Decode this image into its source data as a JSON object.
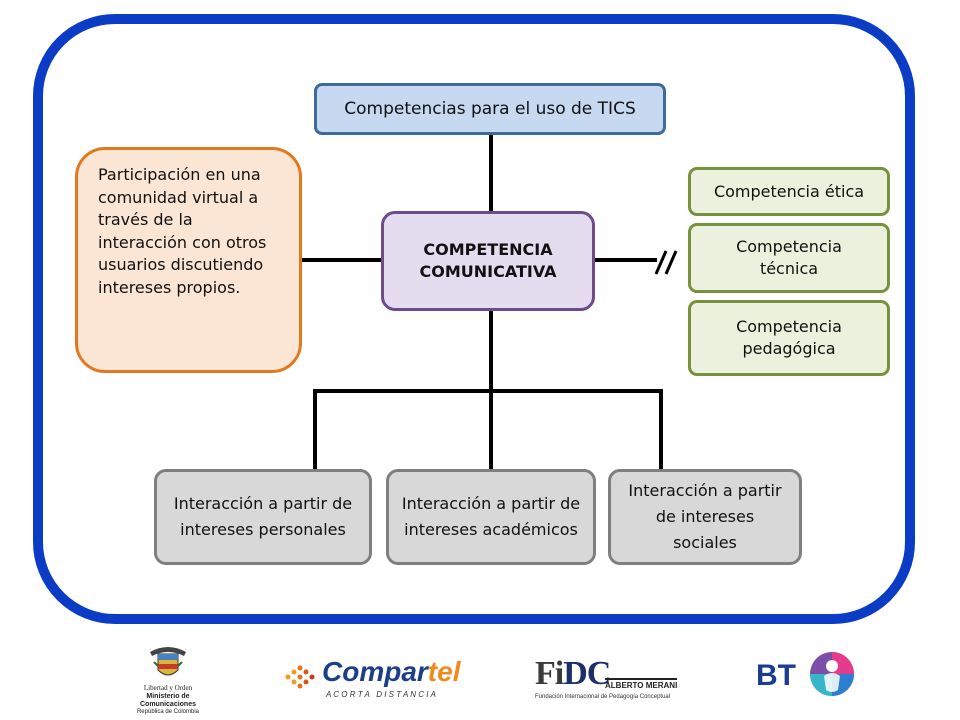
{
  "diagram": {
    "top": "Competencias para el uso de TICS",
    "center": [
      "COMPETENCIA",
      "COMUNICATIVA"
    ],
    "left": "Participación en una comunidad virtual a través de la interacción con otros usuarios discutiendo intereses propios.",
    "right": [
      "Competencia ética",
      "Competencia técnica",
      "Competencia pedagógica"
    ],
    "bottom": [
      "Interacción a partir de intereses personales",
      "Interacción a partir de intereses académicos",
      "Interacción a partir de intereses sociales"
    ]
  },
  "logos": {
    "ministerio": [
      "Libertad y Orden",
      "Ministerio de Comunicaciones",
      "República de Colombia"
    ],
    "compartel": {
      "name_a": "Compar",
      "name_b": "tel",
      "tagline": "A C O R T A   D I S T A N C I A"
    },
    "fidc": {
      "mark_a": "Fi",
      "mark_b": "DC",
      "name": "ALBERTO MERANI",
      "subtitle": "Fundación Internacional de Pedagogía Conceptual"
    },
    "bt": {
      "name": "BT"
    }
  },
  "colors": {
    "frame": "#0a3cc6",
    "top_fill": "#c6d9f1",
    "center_fill": "#e4dcef",
    "left_fill": "#fbe5d5",
    "green_fill": "#ebf1dd",
    "gray_fill": "#d8d8d8"
  }
}
